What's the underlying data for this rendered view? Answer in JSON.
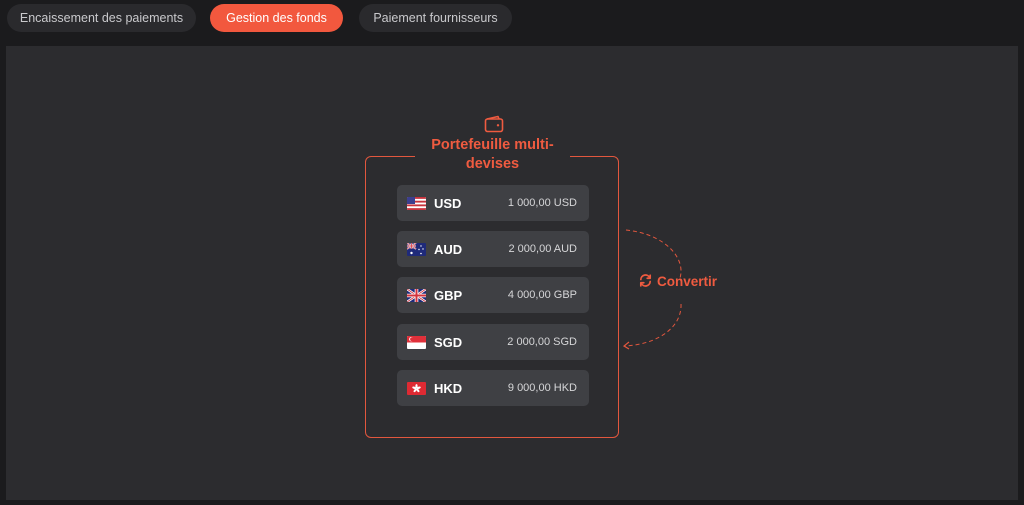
{
  "tabs": [
    {
      "label": "Encaissement des paiements",
      "active": false
    },
    {
      "label": "Gestion des fonds",
      "active": true
    },
    {
      "label": "Paiement fournisseurs",
      "active": false
    }
  ],
  "wallet": {
    "title": "Portefeuille multi-devises",
    "icon": "wallet-icon"
  },
  "currencies": [
    {
      "code": "USD",
      "amount": "1 000,00 USD",
      "flag": "us-flag-icon"
    },
    {
      "code": "AUD",
      "amount": "2 000,00 AUD",
      "flag": "au-flag-icon"
    },
    {
      "code": "GBP",
      "amount": "4 000,00 GBP",
      "flag": "gb-flag-icon"
    },
    {
      "code": "SGD",
      "amount": "2 000,00 SGD",
      "flag": "sg-flag-icon"
    },
    {
      "code": "HKD",
      "amount": "9 000,00 HKD",
      "flag": "hk-flag-icon"
    }
  ],
  "convert": {
    "label": "Convertir",
    "icon": "refresh-icon"
  },
  "colors": {
    "accent": "#f2583e",
    "background": "#1b1b1d",
    "panel": "#2c2c2f",
    "row": "#3f4044"
  }
}
